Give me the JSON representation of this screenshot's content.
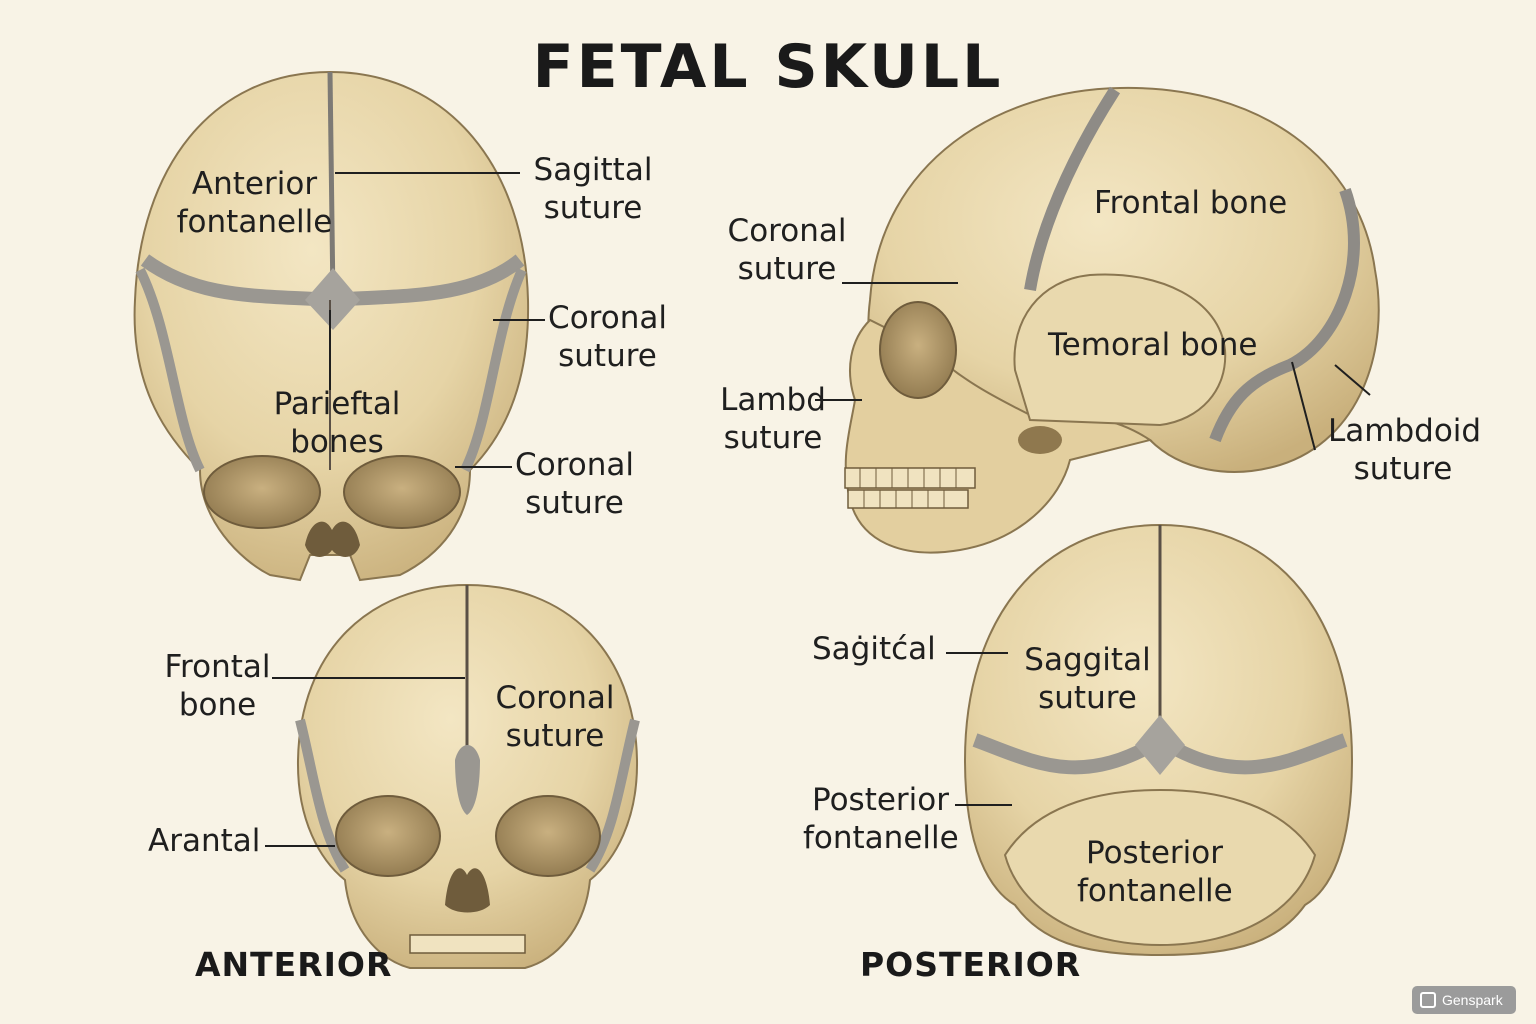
{
  "title": "FETAL SKULL",
  "views": {
    "anterior": "ANTERIOR",
    "posterior": "POSTERIOR"
  },
  "colors": {
    "bone": "#e8d8ad",
    "bone_shade": "#c7b07f",
    "outline": "#8a7650",
    "suture": "#8e8b86",
    "background": "#f8f3e6"
  },
  "labels": {
    "top_view": {
      "anterior_fontanelle": [
        "Anterior",
        "fontanelle"
      ],
      "sagittal_suture": [
        "Sagittal",
        "suture"
      ],
      "coronal_suture_upper": [
        "Coronal",
        "suture"
      ],
      "parietal_bones": [
        "Parieftal",
        "bones"
      ],
      "coronal_suture_lower": [
        "Coronal",
        "suture"
      ]
    },
    "lateral_view": {
      "coronal_suture": [
        "Coronal",
        "suture"
      ],
      "frontal_bone": "Frontal bone",
      "temporal_bone": "Temoral bone",
      "lambd_suture": [
        "Lambd",
        "suture"
      ],
      "lambdoid_suture": [
        "Lambdoid",
        "suture"
      ]
    },
    "anterior_view": {
      "frontal_bone": [
        "Frontal",
        "bone"
      ],
      "coronal_suture": [
        "Coronal",
        "suture"
      ],
      "arantal": "Arantal"
    },
    "posterior_view": {
      "sagitcal": "Saġitćal",
      "saggital_suture": [
        "Saggital",
        "suture"
      ],
      "posterior_fontanelle_left": [
        "Posterior",
        "fontanelle"
      ],
      "posterior_fontanelle_center": [
        "Posterior",
        "fontanelle"
      ]
    }
  },
  "watermark": {
    "text": "Genspark",
    "icon": "genspark-logo-icon"
  }
}
